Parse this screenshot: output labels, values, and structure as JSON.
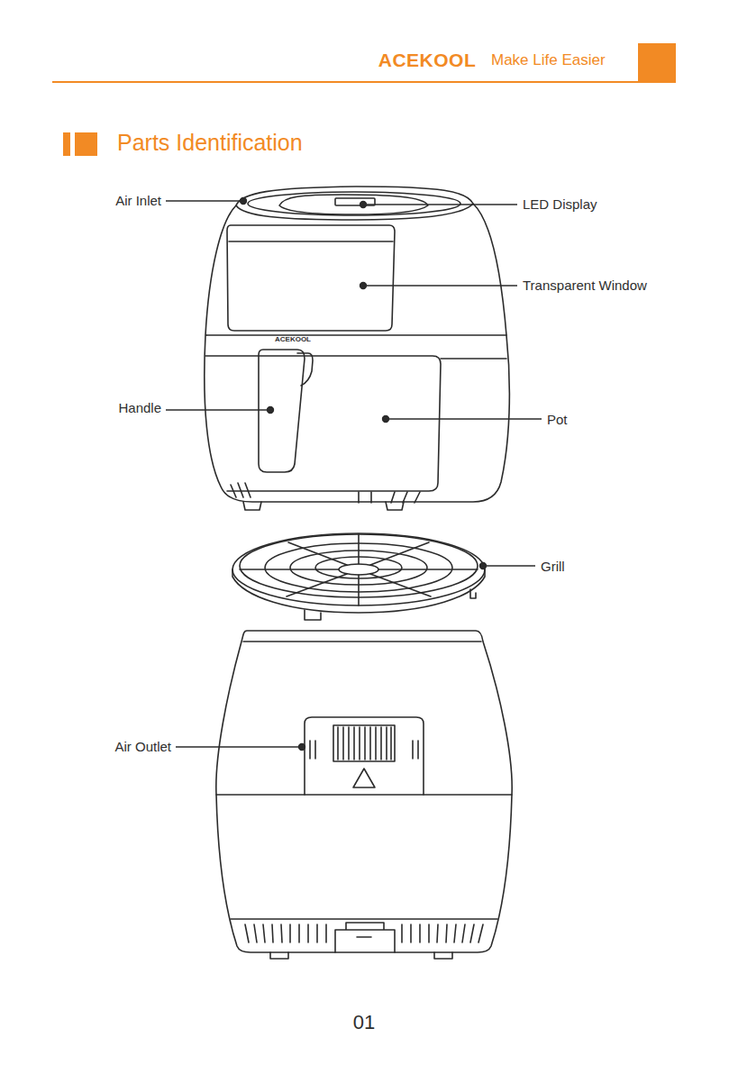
{
  "diagram": {
    "title": "Parts Identification",
    "labels": [
      "ACEKOOL",
      "Make Life Easier",
      "ACEKOOL",
      "Air Inlet",
      "LED Display",
      "Transparent Window",
      "Handle",
      "Pot",
      "Grill",
      "Air Outlet",
      "01"
    ]
  }
}
